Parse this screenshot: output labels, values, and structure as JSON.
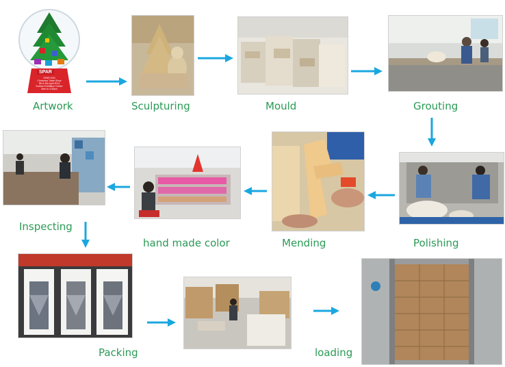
{
  "steps": [
    {
      "label": "Artwork"
    },
    {
      "label": "Sculpturing"
    },
    {
      "label": "Mould"
    },
    {
      "label": "Grouting"
    },
    {
      "label": "Polishing"
    },
    {
      "label": "Mending"
    },
    {
      "label": "hand made color"
    },
    {
      "label": "Inspecting"
    },
    {
      "label": "Packing"
    },
    {
      "label": "loading"
    }
  ],
  "artwork": {
    "brand": "SPAR",
    "caption_line1": "SPAR KZN",
    "caption_line2": "Christmas Trade Show",
    "caption_line3": "5th & 6th April 2013",
    "caption_line4": "Durban Exhibition Centre",
    "caption_line5": "9am to 4:30pm"
  },
  "colors": {
    "label": "#2a9a55",
    "arrow": "#1aa7e0"
  }
}
